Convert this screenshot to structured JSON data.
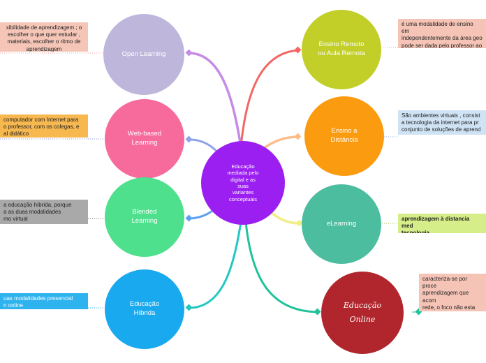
{
  "center": {
    "label": "Educação\nmediada pelo\ndigital e as\nsuas\nvariantes\nconceptuais",
    "color": "#9b1ff1"
  },
  "nodes": {
    "open_learning": {
      "label": "Open Learning",
      "color": "#bfb6dc"
    },
    "web_based": {
      "label": "Web-based\nLearning",
      "color": "#f76a9c"
    },
    "blended": {
      "label": "Blended\nLearning",
      "color": "#4ee08c"
    },
    "hibrida": {
      "label": "Educação\nHíbrida",
      "color": "#18a9ef"
    },
    "ensino_remoto": {
      "label": "Ensino Remoto\nou Aula Remota",
      "color": "#c2cf28"
    },
    "ensino_distancia": {
      "label": "Ensino a\nDistância",
      "color": "#fb9b10"
    },
    "elearning": {
      "label": "eLearning",
      "color": "#4cbd9e"
    },
    "online": {
      "label": "Educação\nOnline",
      "color": "#b0262c"
    }
  },
  "notes": {
    "open_learning": "xibilidade de aprendizagem ; o\n escolher o que quer estudar ,\n materiais, escolher o ritmo de\n aprendizagem",
    "web_based": "computador com Internet para\no professor, com os colegas, e\nal didático",
    "blended": "a educação híbrida, porque\na as duas modalidades\nmo virtual",
    "hibrida": "uas modalidades presencial\nn online",
    "ensino_remoto": "é uma modalidade de ensino em\nindependentemente da área geo\npode ser dada pelo professor ao\nvia digital",
    "ensino_distancia": "São ambientes virtuais , consist\na tecnologia da internet para pr\nconjunto de soluções de aprend",
    "elearning": "aprendizagem à distancia med\ntecnologia",
    "online": "caracteriza-se por proce\naprendizagem que acom\nrede, o foco não esta no\nautoria, co-construção d\ninteração"
  },
  "note_colors": {
    "open_learning": "#f5c6b8",
    "web_based": "#f7b84f",
    "blended": "#a9a9a9",
    "hibrida": "#2fb3ee",
    "ensino_remoto": "#f5c4b6",
    "ensino_distancia": "#cfe3f5",
    "elearning": "#d5ee8a",
    "online": "#f5c4b6"
  }
}
